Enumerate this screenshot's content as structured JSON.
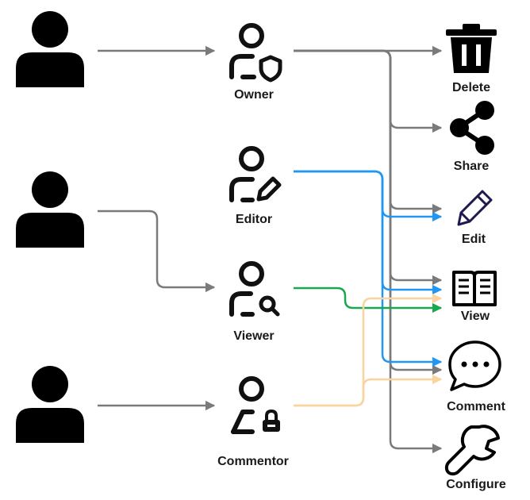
{
  "roles": {
    "owner": "Owner",
    "editor": "Editor",
    "viewer": "Viewer",
    "commentor": "Commentor"
  },
  "permissions": {
    "delete": "Delete",
    "share": "Share",
    "edit": "Edit",
    "view": "View",
    "comment": "Comment",
    "configure": "Configure"
  },
  "colors": {
    "gray": "#7a7a7a",
    "blue": "#2196f3",
    "green": "#1aa84f",
    "peach": "#f9d49e",
    "icon": "#111111",
    "edit_icon": "#1c1a4e"
  },
  "connections": [
    {
      "from": "user-1",
      "to": "owner",
      "color": "gray"
    },
    {
      "from": "user-2",
      "to": "viewer",
      "color": "gray"
    },
    {
      "from": "user-3",
      "to": "commentor",
      "color": "gray"
    },
    {
      "from": "owner",
      "to": "delete",
      "color": "gray"
    },
    {
      "from": "owner",
      "to": "share",
      "color": "gray"
    },
    {
      "from": "owner",
      "to": "edit",
      "color": "gray"
    },
    {
      "from": "owner",
      "to": "view",
      "color": "gray"
    },
    {
      "from": "owner",
      "to": "comment",
      "color": "gray"
    },
    {
      "from": "owner",
      "to": "configure",
      "color": "gray"
    },
    {
      "from": "editor",
      "to": "edit",
      "color": "blue"
    },
    {
      "from": "editor",
      "to": "view",
      "color": "blue"
    },
    {
      "from": "editor",
      "to": "comment",
      "color": "blue"
    },
    {
      "from": "viewer",
      "to": "view",
      "color": "green"
    },
    {
      "from": "commentor",
      "to": "view",
      "color": "peach"
    },
    {
      "from": "commentor",
      "to": "comment",
      "color": "peach"
    }
  ]
}
